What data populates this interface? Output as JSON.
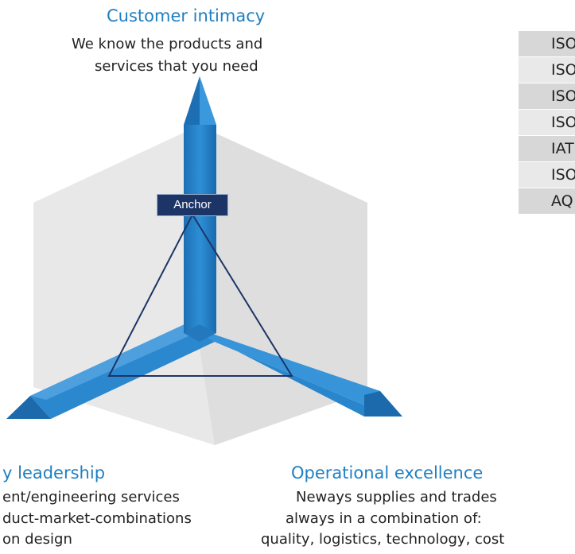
{
  "top": {
    "title": "Customer intimacy",
    "lines": [
      "We know the products and",
      "services that you need"
    ]
  },
  "left": {
    "title": "y leadership",
    "lines": [
      "ent/engineering services",
      "duct-market-combinations",
      "on design"
    ]
  },
  "right": {
    "title": "Operational excellence",
    "lines": [
      "Neways supplies and trades",
      "always in a combination of:",
      "quality, logistics, technology, cost"
    ]
  },
  "center": {
    "anchor": "Anchor"
  },
  "certifications": [
    "ISO",
    "ISO",
    "ISO",
    "ISO",
    "IAT",
    "ISO",
    "AQ"
  ],
  "colors": {
    "accent_text": "#1f7fc2",
    "arm_blue": "#2b88cf",
    "anchor_box": "#1d3566",
    "hexagon_gray": "#e6e6e6",
    "table_row_dark": "#d7d7d7",
    "table_row_light": "#e9e9e9"
  }
}
